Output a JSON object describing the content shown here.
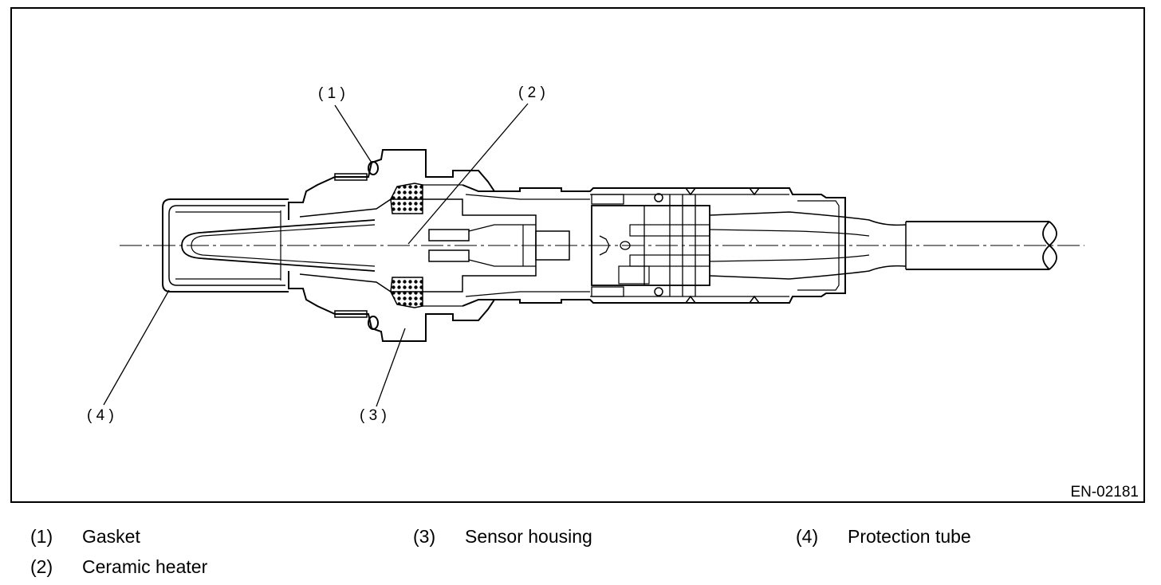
{
  "figure": {
    "id": "EN-02181",
    "callouts": [
      "( 1 )",
      "( 2 )",
      "( 3 )",
      "( 4 )"
    ]
  },
  "legend": [
    {
      "num": "(1)",
      "label": "Gasket"
    },
    {
      "num": "(2)",
      "label": "Ceramic heater"
    },
    {
      "num": "(3)",
      "label": "Sensor housing"
    },
    {
      "num": "(4)",
      "label": "Protection tube"
    }
  ]
}
